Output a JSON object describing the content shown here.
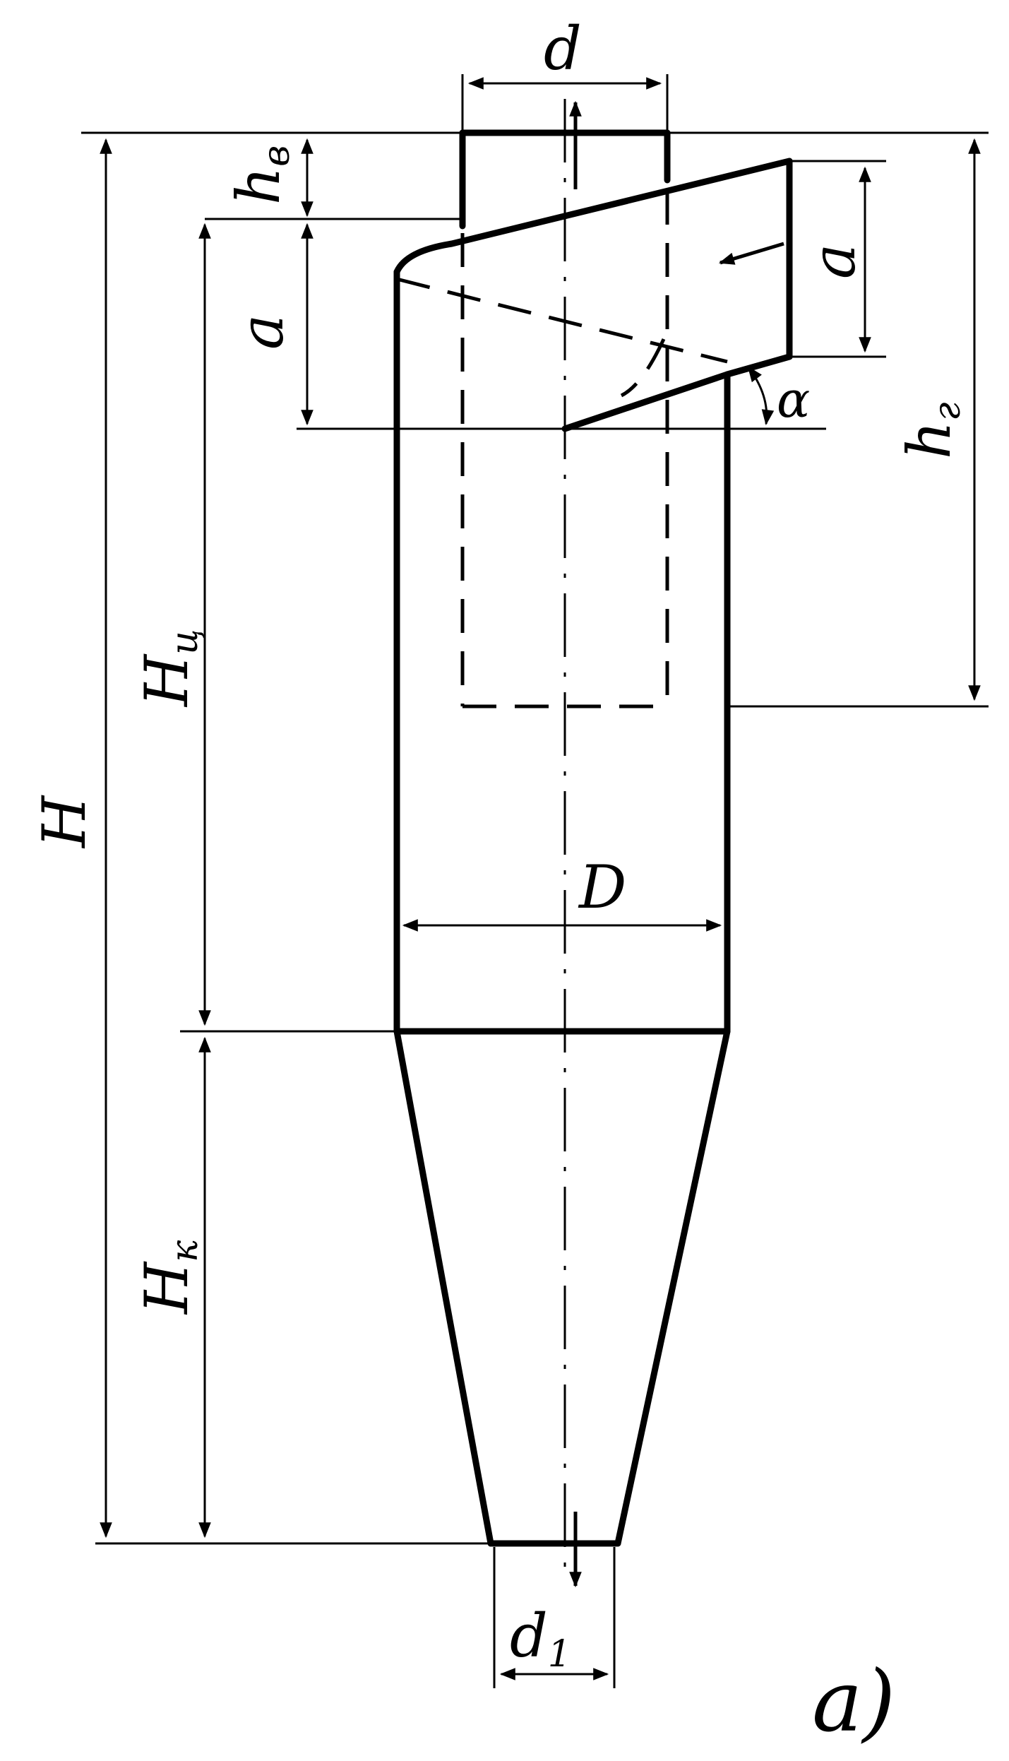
{
  "labels": {
    "d": "d",
    "hv": "h",
    "hv_sub": "в",
    "a_left": "a",
    "a_right": "a",
    "alpha": "α",
    "hg": "h",
    "hg_sub": "г",
    "H": "H",
    "Hc": "H",
    "Hc_sub": "ц",
    "D": "D",
    "Hk": "H",
    "Hk_sub": "к",
    "d1": "d",
    "d1_sub": "1",
    "figure_tag": "a)"
  },
  "colors": {
    "ink": "#000000",
    "paper": "#ffffff"
  }
}
